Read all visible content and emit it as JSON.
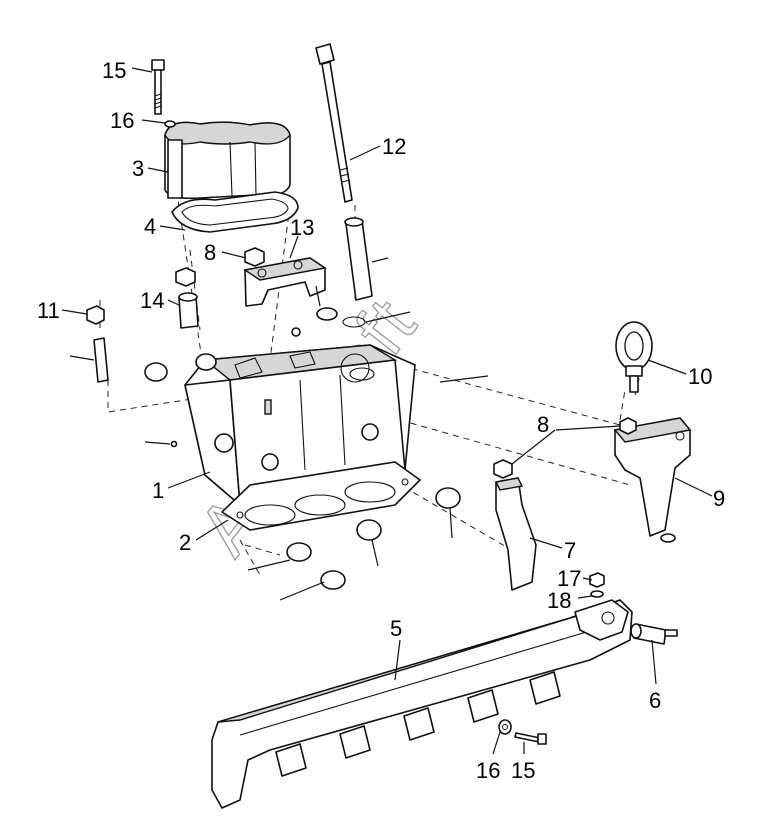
{
  "diagram": {
    "callouts": [
      {
        "id": "c15a",
        "label": "15"
      },
      {
        "id": "c16a",
        "label": "16"
      },
      {
        "id": "c3",
        "label": "3"
      },
      {
        "id": "c4",
        "label": "4"
      },
      {
        "id": "c8a",
        "label": "8"
      },
      {
        "id": "c13",
        "label": "13"
      },
      {
        "id": "c12",
        "label": "12"
      },
      {
        "id": "c11",
        "label": "11"
      },
      {
        "id": "c14",
        "label": "14"
      },
      {
        "id": "c10",
        "label": "10"
      },
      {
        "id": "c8b",
        "label": "8"
      },
      {
        "id": "c9",
        "label": "9"
      },
      {
        "id": "c1",
        "label": "1"
      },
      {
        "id": "c2",
        "label": "2"
      },
      {
        "id": "c7",
        "label": "7"
      },
      {
        "id": "c17",
        "label": "17"
      },
      {
        "id": "c18",
        "label": "18"
      },
      {
        "id": "c5",
        "label": "5"
      },
      {
        "id": "c6",
        "label": "6"
      },
      {
        "id": "c16b",
        "label": "16"
      },
      {
        "id": "c15b",
        "label": "15"
      }
    ],
    "watermark": "AutoSoft"
  }
}
